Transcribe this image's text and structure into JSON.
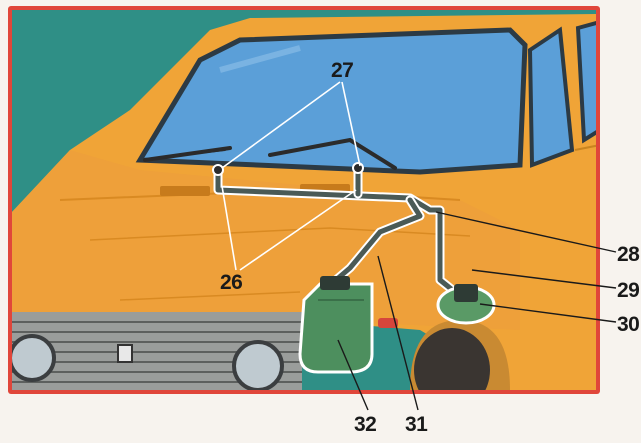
{
  "colors": {
    "frame": "#e0463a",
    "sky": "#2f8f86",
    "body": "#f0a437",
    "body_shade": "#d98a22",
    "glass": "#5b9fd8",
    "hose": "#4a5a56",
    "washer_tank": "#4d8f5e",
    "pump": "#5a9a66",
    "grille": "#8c8f8d",
    "tire": "#3a3531"
  },
  "callouts": {
    "c27": "27",
    "c26": "26",
    "c28": "28",
    "c29": "29",
    "c30": "30",
    "c31": "31",
    "c32": "32"
  }
}
